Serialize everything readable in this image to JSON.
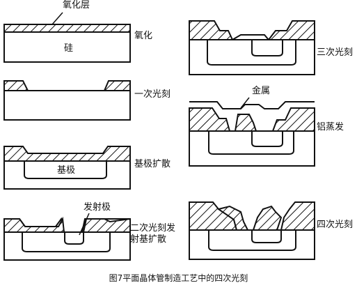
{
  "labels": {
    "oxide_layer": "氧化层",
    "oxidation": "氧化",
    "silicon": "硅",
    "first_photolithography": "一次光刻",
    "base_diffusion": "基极扩散",
    "base": "基极",
    "emitter": "发射极",
    "second_photolithography_line1": "二次光刻发",
    "second_photolithography_line2": "射基扩散",
    "third_photolithography": "三次光刻",
    "metal": "金属",
    "aluminum_evaporation": "铝蒸发",
    "fourth_photolithography": "四次光刻"
  },
  "caption": "图7平面晶体管制造工艺中的四次光刻",
  "colors": {
    "ink": "#111111",
    "background": "#ffffff"
  }
}
